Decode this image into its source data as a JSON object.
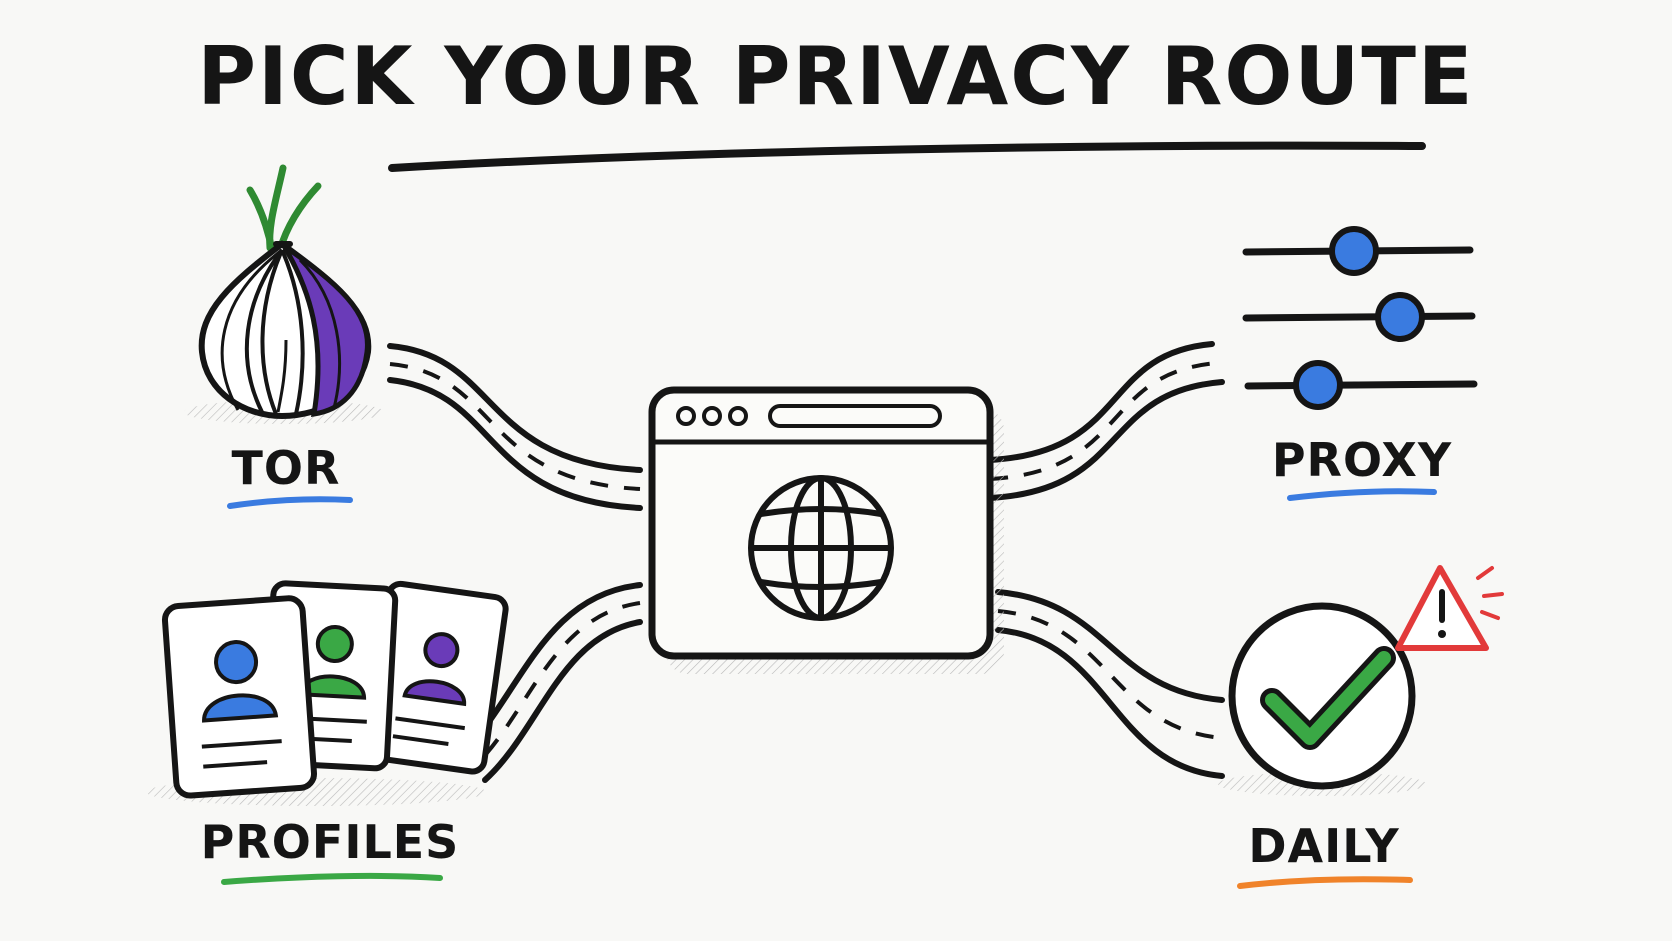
{
  "title": "PICK YOUR PRIVACY ROUTE",
  "center": {
    "icon": "browser-globe-icon"
  },
  "routes": {
    "tor": {
      "label": "TOR",
      "icon": "onion-icon",
      "underline_color": "#3a7be0"
    },
    "proxy": {
      "label": "PROXY",
      "icon": "sliders-icon",
      "underline_color": "#3a7be0"
    },
    "profiles": {
      "label": "PROFILES",
      "icon": "profile-cards-icon",
      "underline_color": "#3aa845"
    },
    "daily": {
      "label": "DAILY",
      "icon": "checkmark-circle-icon",
      "underline_color": "#f0832a"
    }
  },
  "warning": {
    "icon": "warning-triangle-icon",
    "color": "#e23a3a"
  },
  "colors": {
    "ink": "#151515",
    "blue": "#3a7be0",
    "green": "#3aa845",
    "purple": "#6a3bb8",
    "orange": "#f0832a",
    "red": "#e23a3a"
  }
}
